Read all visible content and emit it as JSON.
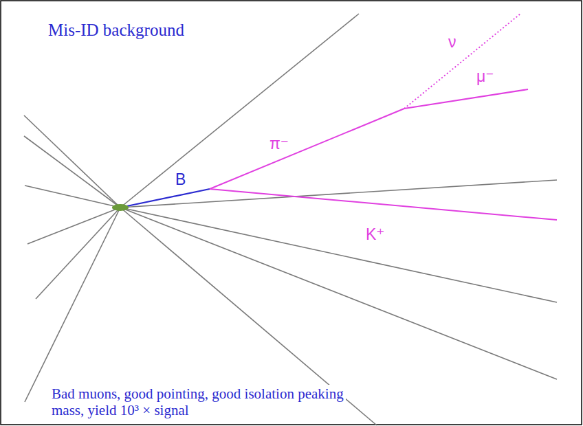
{
  "diagram": {
    "title": "Mis-ID background",
    "caption": "Bad muons, good pointing, good isolation peaking mass, yield 10³ × signal",
    "labels": [
      "B",
      "π⁻",
      "ν",
      "μ⁻",
      "K⁺"
    ]
  }
}
